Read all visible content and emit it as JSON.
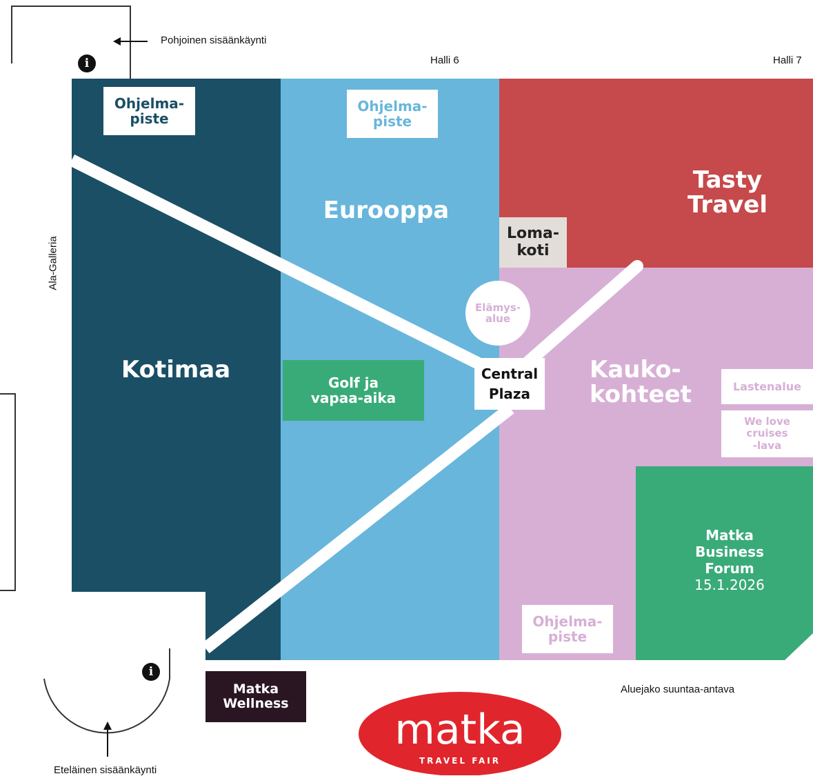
{
  "entrances": {
    "north": "Pohjoinen sisäänkäynti",
    "south": "Eteläinen sisäänkäynti",
    "gallery": "Ala-Galleria"
  },
  "halls": {
    "hall6": "Halli 6",
    "hall7": "Halli 7"
  },
  "zones": {
    "kotimaa": "Kotimaa",
    "eurooppa": "Eurooppa",
    "tasty_line1": "Tasty",
    "tasty_line2": "Travel",
    "kauko_line1": "Kauko-",
    "kauko_line2": "kohteet",
    "lomakoti_line1": "Loma-",
    "lomakoti_line2": "koti"
  },
  "stages": {
    "ohjelma_line1": "Ohjelma-",
    "ohjelma_line2": "piste",
    "elamys_line1": "Elämys-",
    "elamys_line2": "alue",
    "central_line1": "Central",
    "central_line2": "Plaza",
    "golf_line1": "Golf ja",
    "golf_line2": "vapaa-aika",
    "lastenalue": "Lastenalue",
    "cruises_line1": "We love",
    "cruises_line2": "cruises",
    "cruises_line3": "-lava",
    "forum_line1": "Matka",
    "forum_line2": "Business",
    "forum_line3": "Forum",
    "forum_date": "15.1.2026",
    "wellness_line1": "Matka",
    "wellness_line2": "Wellness"
  },
  "note": "Aluejako suuntaa-antava",
  "logo": {
    "word": "matka",
    "sub": "TRAVEL FAIR"
  },
  "colors": {
    "kotimaa": "#1a4f66",
    "eurooppa": "#68b6db",
    "tasty": "#c6494b",
    "kauko": "#d7afd5",
    "green": "#39ab78",
    "wellness": "#2a1622",
    "lomakoti": "#e3ddda",
    "logo_red": "#e0262c"
  },
  "icons": [
    "info-icon",
    "arrow-left-icon",
    "arrow-up-icon"
  ]
}
